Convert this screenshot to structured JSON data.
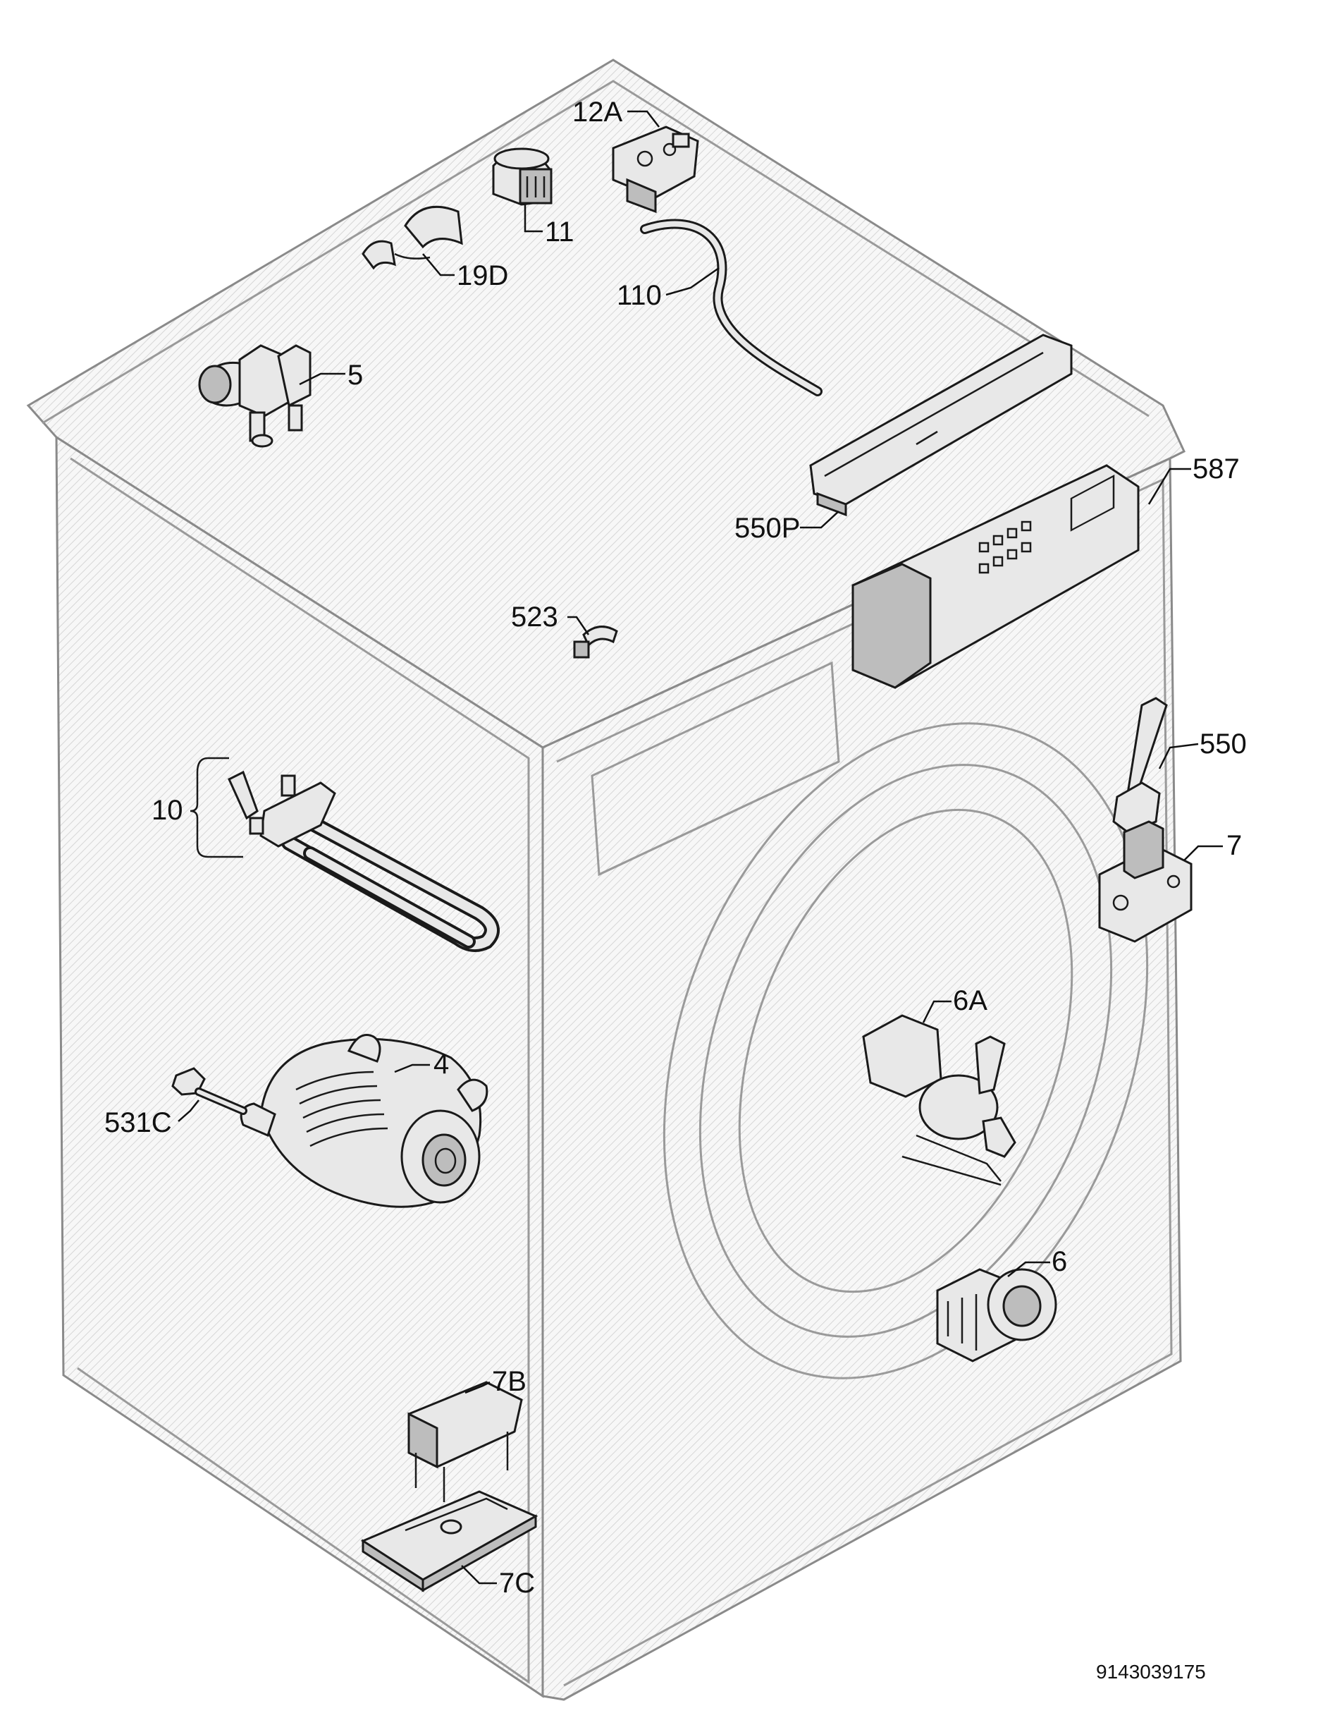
{
  "diagram": {
    "document_number": "9143039175",
    "callouts": [
      {
        "id": "12A",
        "label": "12A"
      },
      {
        "id": "11",
        "label": "11"
      },
      {
        "id": "19D",
        "label": "19D"
      },
      {
        "id": "110",
        "label": "110"
      },
      {
        "id": "5",
        "label": "5"
      },
      {
        "id": "587",
        "label": "587"
      },
      {
        "id": "550P",
        "label": "550P"
      },
      {
        "id": "523",
        "label": "523"
      },
      {
        "id": "550",
        "label": "550"
      },
      {
        "id": "7",
        "label": "7"
      },
      {
        "id": "10",
        "label": "10"
      },
      {
        "id": "6A",
        "label": "6A"
      },
      {
        "id": "4",
        "label": "4"
      },
      {
        "id": "531C",
        "label": "531C"
      },
      {
        "id": "6",
        "label": "6"
      },
      {
        "id": "7B",
        "label": "7B"
      },
      {
        "id": "7C",
        "label": "7C"
      }
    ],
    "colors": {
      "line": "#1a1a1a",
      "cabinet": "#9a9a9a",
      "part_fill": "#e8e8e8",
      "background": "#ffffff"
    }
  }
}
